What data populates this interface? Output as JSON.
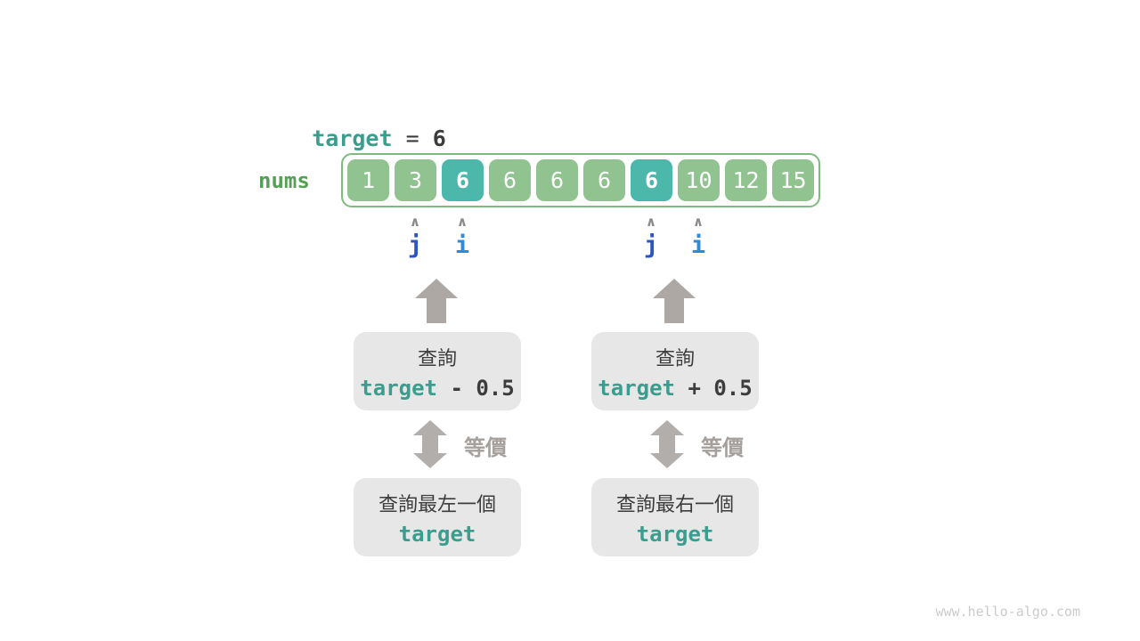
{
  "colors": {
    "teal": "#3a9d8d",
    "array_green": "#90c390",
    "array_teal": "#4cb8ac",
    "array_border_green": "#7fba7f",
    "label_green": "#55a055",
    "pointer_j_blue": "#2a56bd",
    "pointer_i_blue": "#2e8bd9",
    "gray_box": "#e8e7e7",
    "arrow_gray": "#ada8a4",
    "dark_text": "#3c3c3c",
    "watermark_gray": "#cbcbcb"
  },
  "target_line": {
    "variable": "target",
    "operator": " = ",
    "value": "6"
  },
  "array": {
    "label": "nums",
    "values": [
      "1",
      "3",
      "6",
      "6",
      "6",
      "6",
      "6",
      "10",
      "12",
      "15"
    ],
    "highlighted_indices": [
      2,
      6
    ]
  },
  "pointers": {
    "caret": "∧",
    "left_group": {
      "first": "j",
      "second": "i"
    },
    "right_group": {
      "first": "j",
      "second": "i"
    }
  },
  "flow_left": {
    "query_line1": "查詢",
    "query_var": "target",
    "query_op": " - 0.5",
    "equiv_label": "等價",
    "result_line1": "查詢最左一個",
    "result_var": "target"
  },
  "flow_right": {
    "query_line1": "查詢",
    "query_var": "target",
    "query_op": " + 0.5",
    "equiv_label": "等價",
    "result_line1": "查詢最右一個",
    "result_var": "target"
  },
  "watermark": "www.hello-algo.com"
}
